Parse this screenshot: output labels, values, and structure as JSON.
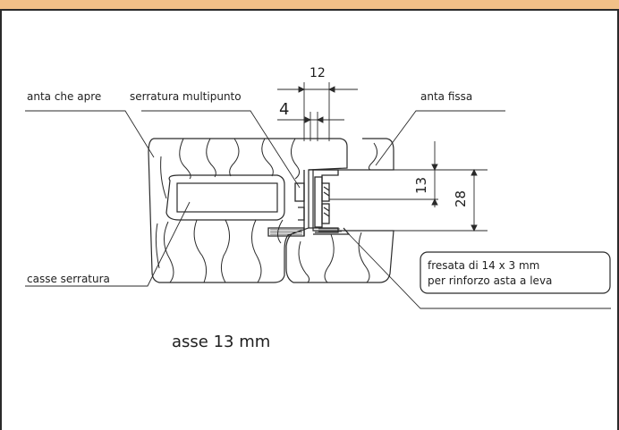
{
  "labels": {
    "anta_che_apre": "anta che apre",
    "serratura_multipunto": "serratura multipunto",
    "anta_fissa": "anta fissa",
    "casse_serratura": "casse serratura",
    "fresata_line1": "fresata di 14 x 3 mm",
    "fresata_line2": "per rinforzo asta a leva",
    "asse": "asse 13 mm"
  },
  "dimensions": {
    "d12": "12",
    "d4": "4",
    "d13": "13",
    "d28": "28"
  },
  "colors": {
    "header": "#f2c088",
    "line": "#2a2a2a"
  }
}
